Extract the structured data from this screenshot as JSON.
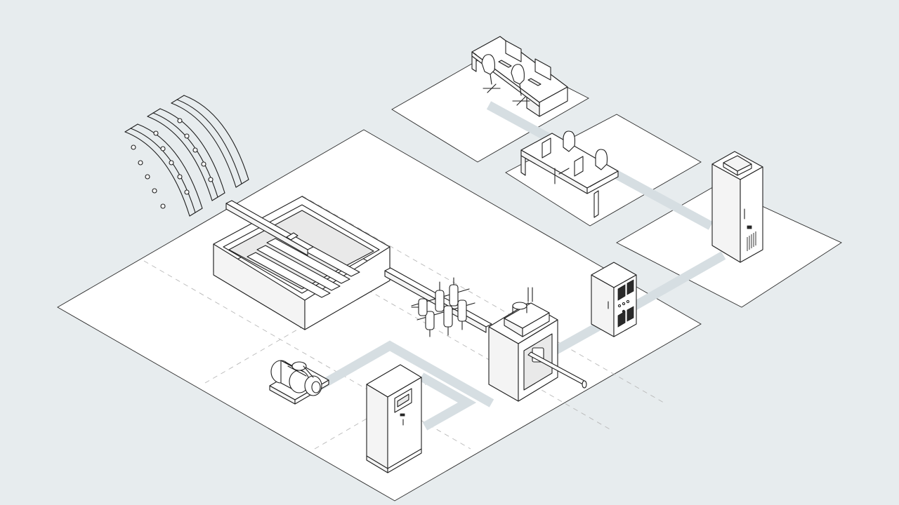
{
  "diagram": {
    "kind": "isometric plant layout",
    "equipment": [
      "mold-racks",
      "casting-tank",
      "spray-manifold",
      "centrifugal-pump",
      "control-cabinet",
      "kiln-furnace",
      "electrical-panel",
      "server-rack",
      "operator-desks",
      "engineer-desks"
    ]
  },
  "colors": {
    "background": "#e7ecee",
    "floor": "#ffffff",
    "outline": "#1e1e1e",
    "connection": "#d6dee2",
    "zone_dash": "#b9b9b9"
  }
}
